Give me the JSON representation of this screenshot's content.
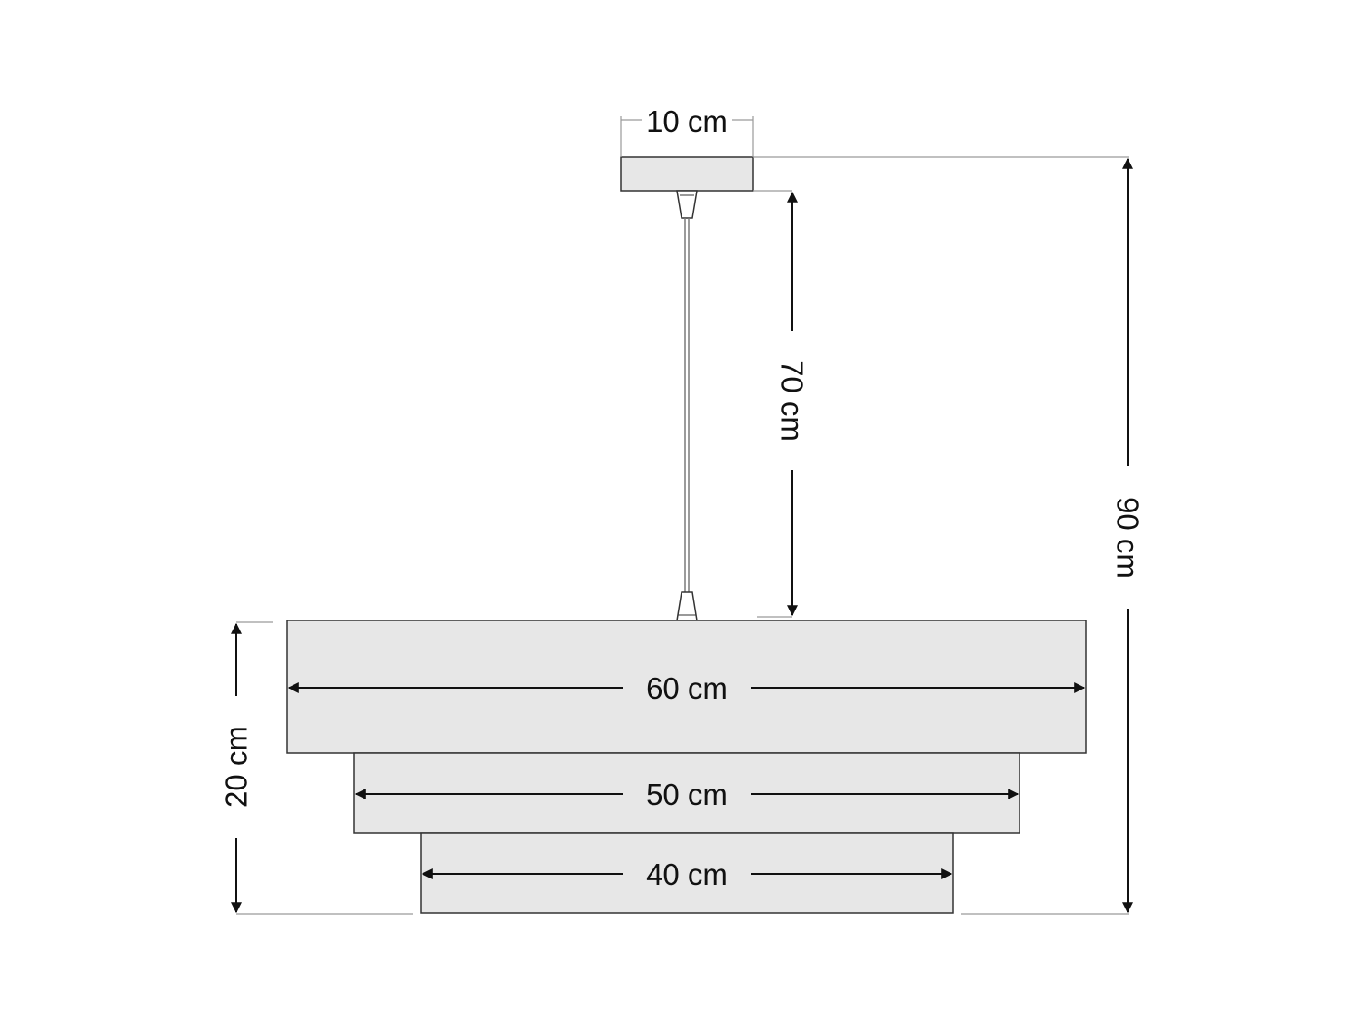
{
  "labels": {
    "canopy_width": "10 cm",
    "cable_length": "70 cm",
    "total_height": "90 cm",
    "shade_height": "20 cm",
    "tier_top": "60 cm",
    "tier_middle": "50 cm",
    "tier_bottom": "40 cm"
  },
  "colors": {
    "shade_fill": "#e7e7e7",
    "outline": "#333333",
    "arrow": "#111111",
    "guide": "#9a9a9a",
    "cable": "#7a7a7a"
  }
}
